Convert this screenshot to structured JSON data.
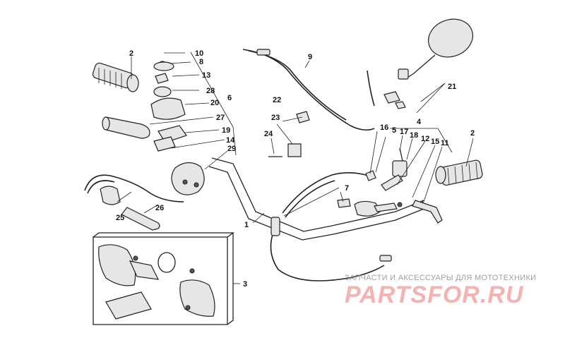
{
  "callouts": [
    {
      "key": "c1",
      "text": "1"
    },
    {
      "key": "c2a",
      "text": "2"
    },
    {
      "key": "c2b",
      "text": "2"
    },
    {
      "key": "c3",
      "text": "3"
    },
    {
      "key": "c4",
      "text": "4"
    },
    {
      "key": "c5",
      "text": "5"
    },
    {
      "key": "c6",
      "text": "6"
    },
    {
      "key": "c7",
      "text": "7"
    },
    {
      "key": "c8",
      "text": "8"
    },
    {
      "key": "c9",
      "text": "9"
    },
    {
      "key": "c10",
      "text": "10"
    },
    {
      "key": "c11",
      "text": "11"
    },
    {
      "key": "c12",
      "text": "12"
    },
    {
      "key": "c13",
      "text": "13"
    },
    {
      "key": "c14",
      "text": "14"
    },
    {
      "key": "c15",
      "text": "15"
    },
    {
      "key": "c16",
      "text": "16"
    },
    {
      "key": "c17",
      "text": "17"
    },
    {
      "key": "c18",
      "text": "18"
    },
    {
      "key": "c19",
      "text": "19"
    },
    {
      "key": "c20",
      "text": "20"
    },
    {
      "key": "c21",
      "text": "21"
    },
    {
      "key": "c22",
      "text": "22"
    },
    {
      "key": "c23",
      "text": "23"
    },
    {
      "key": "c24",
      "text": "24"
    },
    {
      "key": "c25",
      "text": "25"
    },
    {
      "key": "c26",
      "text": "26"
    },
    {
      "key": "c27",
      "text": "27"
    },
    {
      "key": "c28",
      "text": "28"
    },
    {
      "key": "c29",
      "text": "29"
    }
  ],
  "watermark": {
    "tagline": "ЗАПЧАСТИ И АКСЕССУАРЫ ДЛЯ МОТОТЕХНИКИ",
    "logo": "PARTSFOR.RU"
  },
  "colors": {
    "ink": "#222222",
    "watermark_logo": "#f3b3b3",
    "watermark_tag": "#9aa0a6"
  }
}
